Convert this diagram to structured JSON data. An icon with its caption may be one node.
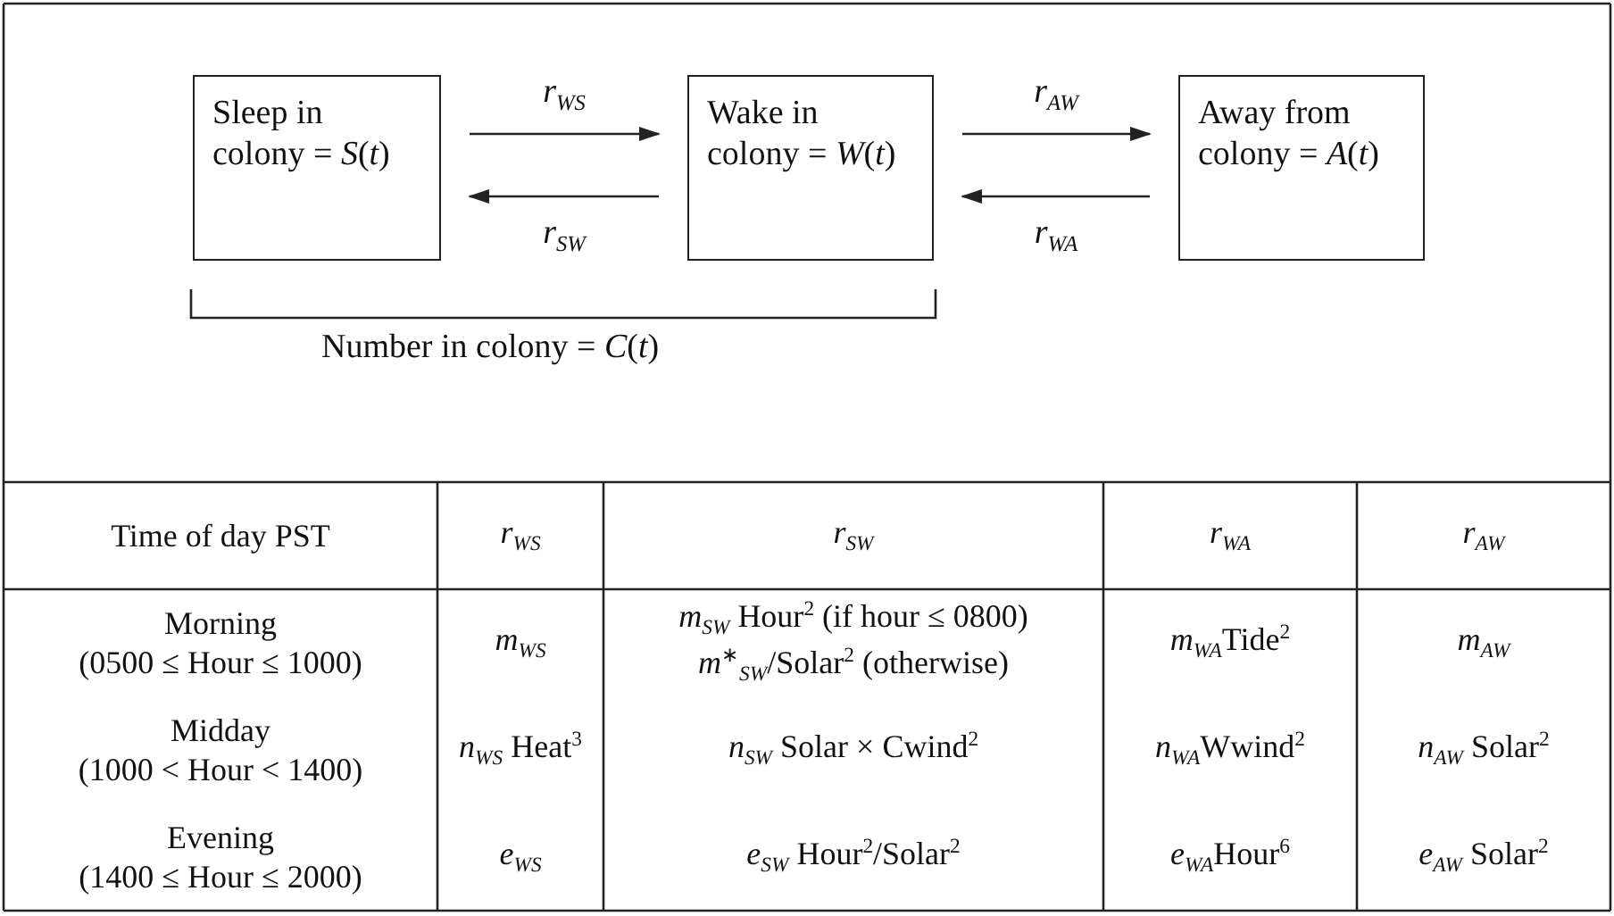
{
  "diagram": {
    "nodes": [
      {
        "text": [
          "Sleep in colony = *S*(*t*)"
        ]
      },
      {
        "text": [
          "Wake in colony = *W*(*t*)"
        ]
      },
      {
        "text": [
          "Away from colony = *A*(*t*)"
        ]
      }
    ],
    "edges": [
      {
        "from": 0,
        "to": 1,
        "arrow": "to",
        "label": "*r*$_{WS}$"
      },
      {
        "from": 1,
        "to": 0,
        "arrow": "to",
        "label": "*r*$_{SW}$"
      },
      {
        "from": 1,
        "to": 2,
        "arrow": "to",
        "label": "*r*$_{AW}$"
      },
      {
        "from": 2,
        "to": 1,
        "arrow": "to",
        "label": "*r*$_{WA}$"
      }
    ],
    "labels": [
      "Number in colony = *C*(*t*)",
      "Time of day PST",
      "*r*$_{WS}$",
      "*r*$_{SW}$",
      "*r*$_{WA}$",
      "*r*$_{AW}$",
      "Morning (0500 ≤ Hour ≤ 1000)",
      "*m*$_{WS}$",
      "*m*$_{SW}$ Hour$^{2}$ (if hour ≤ 0800) *m*$^{∗}$$_{SW}$/Solar$^{2}$ (otherwise)",
      "*m*$_{WA}$Tide$^{2}$",
      "*m*$_{AW}$",
      "Midday (1000 < Hour < 1400)",
      "*n*$_{WS}$ Heat$^{3}$",
      "*n*$_{SW}$ Solar × Cwind$^{2}$",
      "*n*$_{WA}$Wwind$^{2}$",
      "*n*$_{AW}$ Solar$^{2}$",
      "Evening (1400 ≤ Hour ≤ 2000)",
      "*e*$_{WS}$",
      "*e*$_{SW}$ Hour$^{2}$/Solar$^{2}$",
      "*e*$_{WA}$Hour$^{6}$",
      "*e*$_{AW}$ Solar$^{2}$"
    ]
  }
}
